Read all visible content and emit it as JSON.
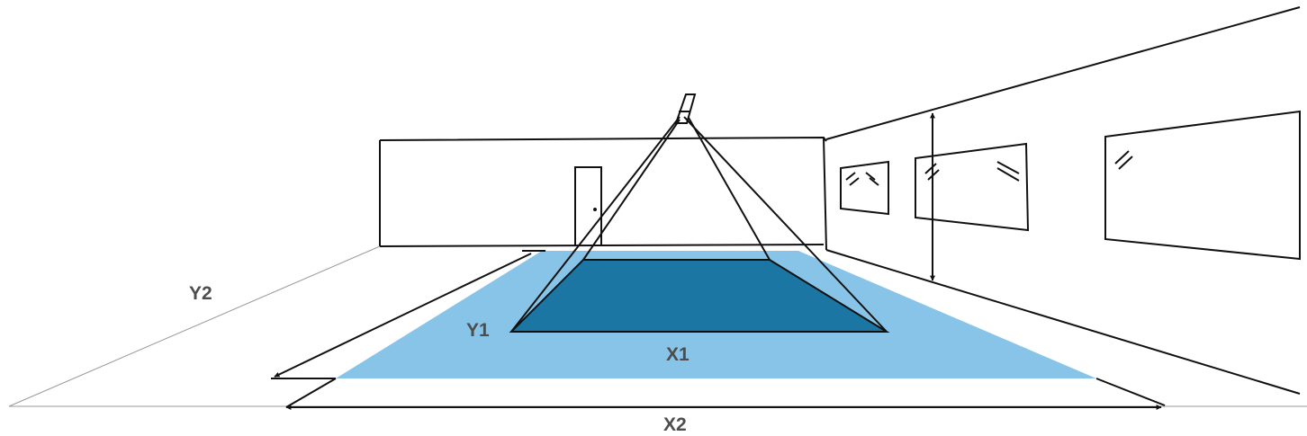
{
  "labels": {
    "y2": "Y2",
    "y1": "Y1",
    "x1": "X1",
    "x2": "X2"
  },
  "colors": {
    "outer_coverage": "#88c4e8",
    "inner_coverage": "#1c76a4",
    "line": "#111111",
    "guide_line": "#9a9a9a",
    "label_text": "#4d4d4d"
  }
}
